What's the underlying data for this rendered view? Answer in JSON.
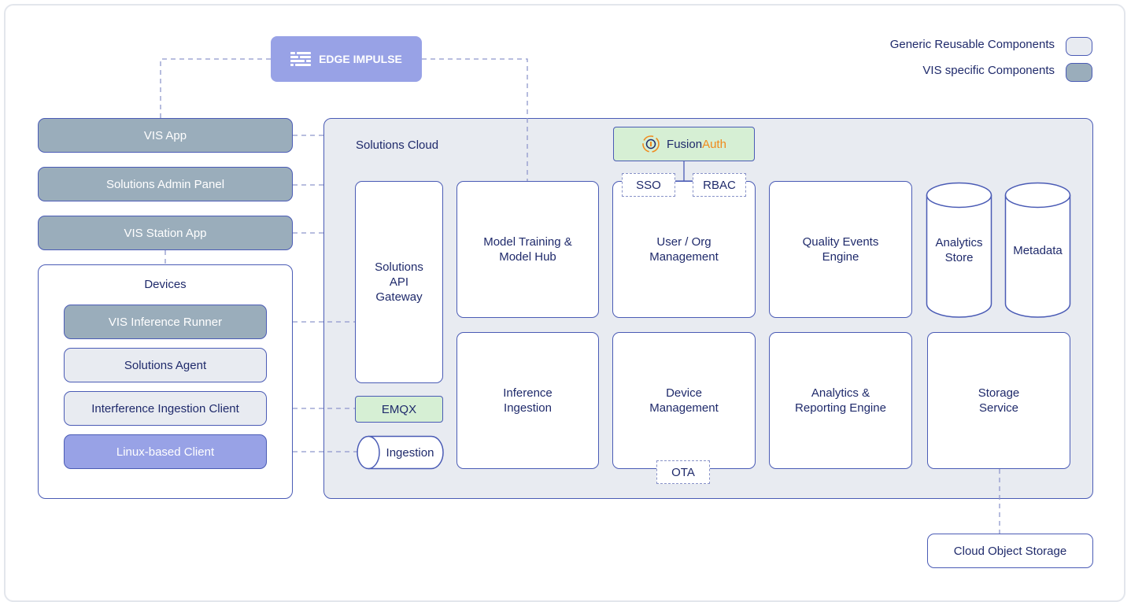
{
  "legend": {
    "generic_label": "Generic Reusable Components",
    "generic_color": "#e8ebf1",
    "specific_label": "VIS specific Components",
    "specific_color": "#9aadbb"
  },
  "edge_impulse": {
    "label": "EDGE IMPULSE",
    "icon": "edge-impulse-logo-icon"
  },
  "left_apps": [
    "VIS App",
    "Solutions Admin Panel",
    "VIS Station App"
  ],
  "devices": {
    "title": "Devices",
    "items": [
      "VIS Inference Runner",
      "Solutions Agent",
      "Interference Ingestion Client",
      "Linux-based Client"
    ]
  },
  "cloud": {
    "title": "Solutions Cloud",
    "fusion_auth": {
      "part1": "Fusion",
      "part2": "Auth",
      "icon": "fusionauth-logo-icon"
    },
    "sso": "SSO",
    "rbac": "RBAC",
    "api_gateway": "Solutions API Gateway",
    "emqx": "EMQX",
    "ingestion": "Ingestion",
    "model_training": "Model Training & Model Hub",
    "user_org": "User / Org Management",
    "quality_events": "Quality Events Engine",
    "analytics_store": "Analytics Store",
    "metadata": "Metadata",
    "inference_ingestion": "Inference Ingestion",
    "device_management": "Device Management",
    "ota": "OTA",
    "analytics_reporting": "Analytics & Reporting Engine",
    "storage_service": "Storage Service"
  },
  "cloud_object_storage": "Cloud Object Storage"
}
